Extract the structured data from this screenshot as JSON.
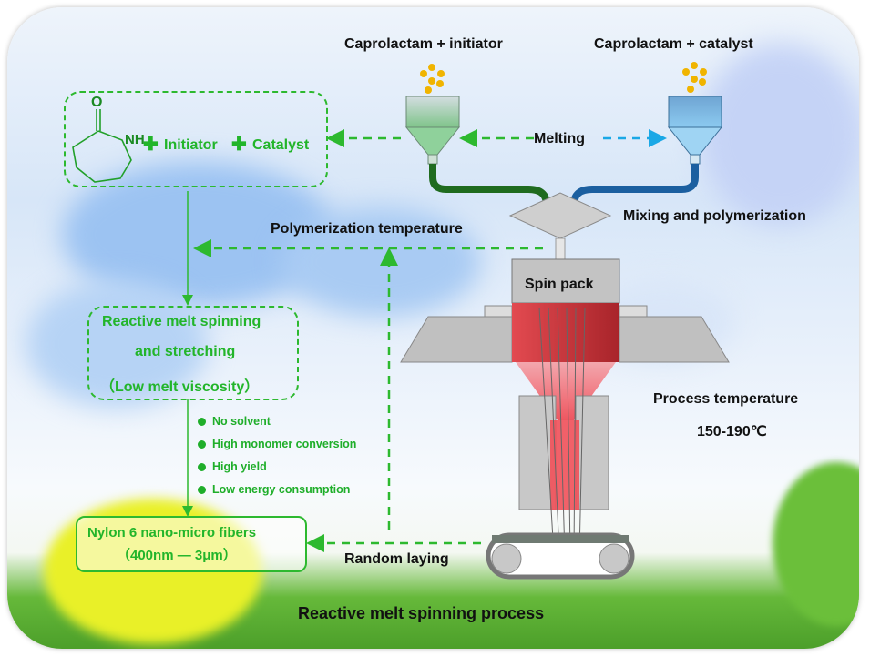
{
  "title": "Reactive melt spinning process",
  "hoppers": {
    "left_label": "Caprolactam + initiator",
    "right_label": "Caprolactam + catalyst"
  },
  "melting_label": "Melting",
  "mixing_label": "Mixing and polymerization",
  "polymerization_temp_label": "Polymerization temperature",
  "spin_pack_label": "Spin pack",
  "process_temperature": {
    "label": "Process temperature",
    "value": "150-190℃"
  },
  "random_laying_label": "Random laying",
  "reactants_box": {
    "molecule": {
      "O": "O",
      "NH": "NH"
    },
    "plus": "✚",
    "initiator": "Initiator",
    "catalyst": "Catalyst"
  },
  "spinning_box": {
    "line1": "Reactive melt spinning",
    "line2": "and stretching",
    "line3": "（Low melt viscosity）"
  },
  "advantages": [
    "No solvent",
    "High monomer conversion",
    "High yield",
    "Low energy consumption"
  ],
  "product_box": {
    "line1": "Nylon 6 nano-micro fibers",
    "line2": "（400nm — 3μm）"
  },
  "colors": {
    "green_accent": "#2db92f",
    "blue_accent": "#1aa8e6",
    "melt_red": "#d8323a",
    "green_pipe": "#1f6b1f",
    "blue_pipe": "#1b5fa0"
  }
}
